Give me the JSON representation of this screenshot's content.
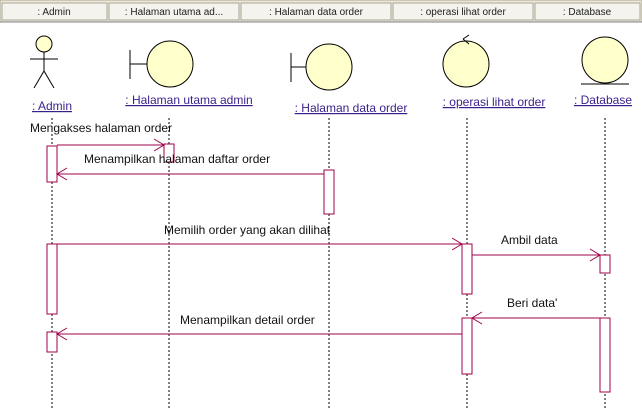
{
  "header_cells": [
    ": Admin",
    ": Halaman utama ad...",
    ": Halaman data order",
    ": operasi lihat order",
    ": Database"
  ],
  "objects": [
    {
      "label": ": Admin",
      "kind": "actor-icon"
    },
    {
      "label": ": Halaman utama admin",
      "kind": "boundary-icon"
    },
    {
      "label": ": Halaman data order",
      "kind": "boundary-icon"
    },
    {
      "label": ": operasi lihat order",
      "kind": "control-icon"
    },
    {
      "label": ": Database",
      "kind": "entity-icon"
    }
  ],
  "messages": [
    {
      "label": "Mengakses halaman order"
    },
    {
      "label": "Menampilkan halaman daftar order"
    },
    {
      "label": "Memilih order yang akan dilihat"
    },
    {
      "label": "Ambil data"
    },
    {
      "label": "Beri data'"
    },
    {
      "label": "Menampilkan detail order"
    }
  ],
  "colors": {
    "header_bg": "#ece9d8",
    "object_fill": "#ffffcc",
    "object_stroke": "#000000",
    "message_line": "#a0004a",
    "label_text": "#3a1f8a",
    "activation_border": "#a0004a"
  }
}
